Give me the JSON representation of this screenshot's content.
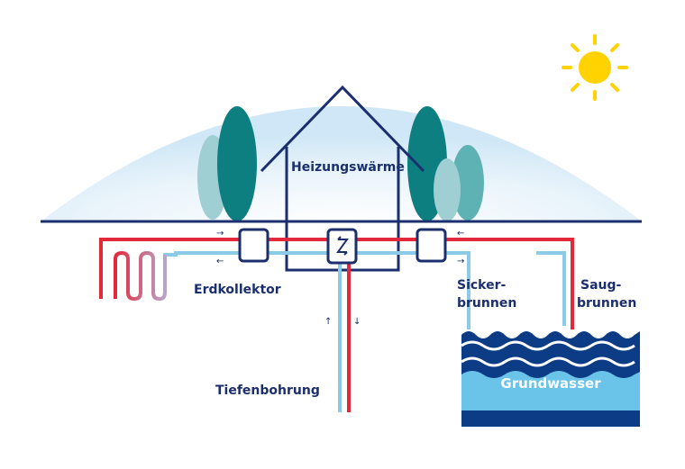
{
  "labels": {
    "house": "Heizungswärme",
    "collector": "Erdkollektor",
    "borehole": "Tiefenbohrung",
    "seepage_well_1": "Sicker-",
    "seepage_well_2": "brunnen",
    "suction_well_1": "Saug-",
    "suction_well_2": "brunnen",
    "groundwater": "Grundwasser"
  },
  "arrows": {
    "collector_in": "→",
    "collector_out": "←",
    "well_in": "←",
    "well_out": "→",
    "borehole_up": "↑",
    "borehole_down": "↓"
  },
  "icons": {
    "sun": "sun-icon",
    "heat_exchanger": "heat-exchanger-icon"
  },
  "colors": {
    "navy": "#1b2f6e",
    "hot_pipe": "#e3283c",
    "cold_pipe": "#8ccbe8",
    "sky": "#dceef8",
    "sun": "#ffd200",
    "tree_dark": "#0e7f80",
    "tree_mid": "#5fb2b4",
    "tree_light": "#9fcfd2",
    "water_dark": "#0d3c86",
    "water_light": "#6ac3e8"
  }
}
